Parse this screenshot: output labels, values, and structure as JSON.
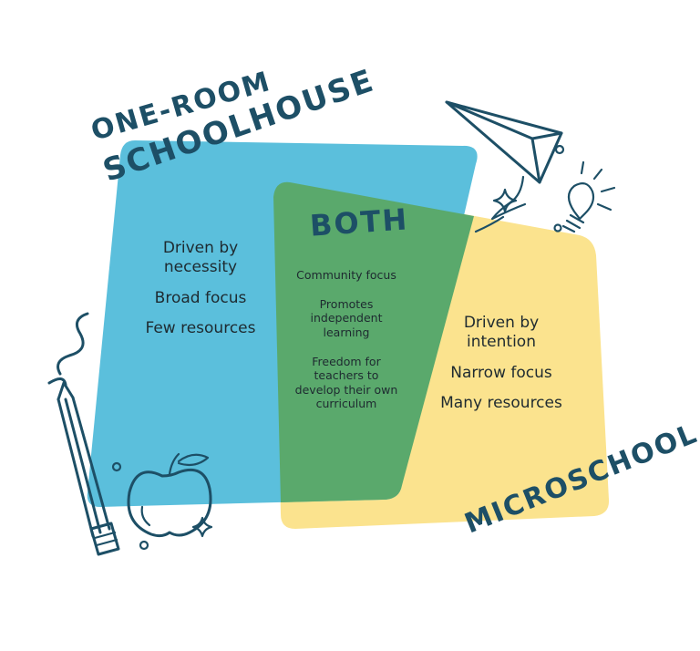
{
  "headings": {
    "one_room": "ONE-ROOM",
    "schoolhouse": "SCHOOLHOUSE",
    "both": "BOTH",
    "microschool": "MICROSCHOOL"
  },
  "one_room_schoolhouse_items": [
    "Driven by necessity",
    "Broad focus",
    "Few resources"
  ],
  "both_items": [
    "Community focus",
    "Promotes independent learning",
    "Freedom for teachers to develop their own curriculum"
  ],
  "microschool_items": [
    "Driven by intention",
    "Narrow focus",
    "Many resources"
  ],
  "colors": {
    "blue": "#5bbfdc",
    "yellow": "#fbe38e",
    "green_overlap": "#5aa96c",
    "ink": "#1d4f66",
    "text": "#1e2a30"
  },
  "icons": [
    "paper-plane-icon",
    "lightbulb-icon",
    "pencil-icon",
    "apple-icon",
    "sparkle-icon"
  ]
}
